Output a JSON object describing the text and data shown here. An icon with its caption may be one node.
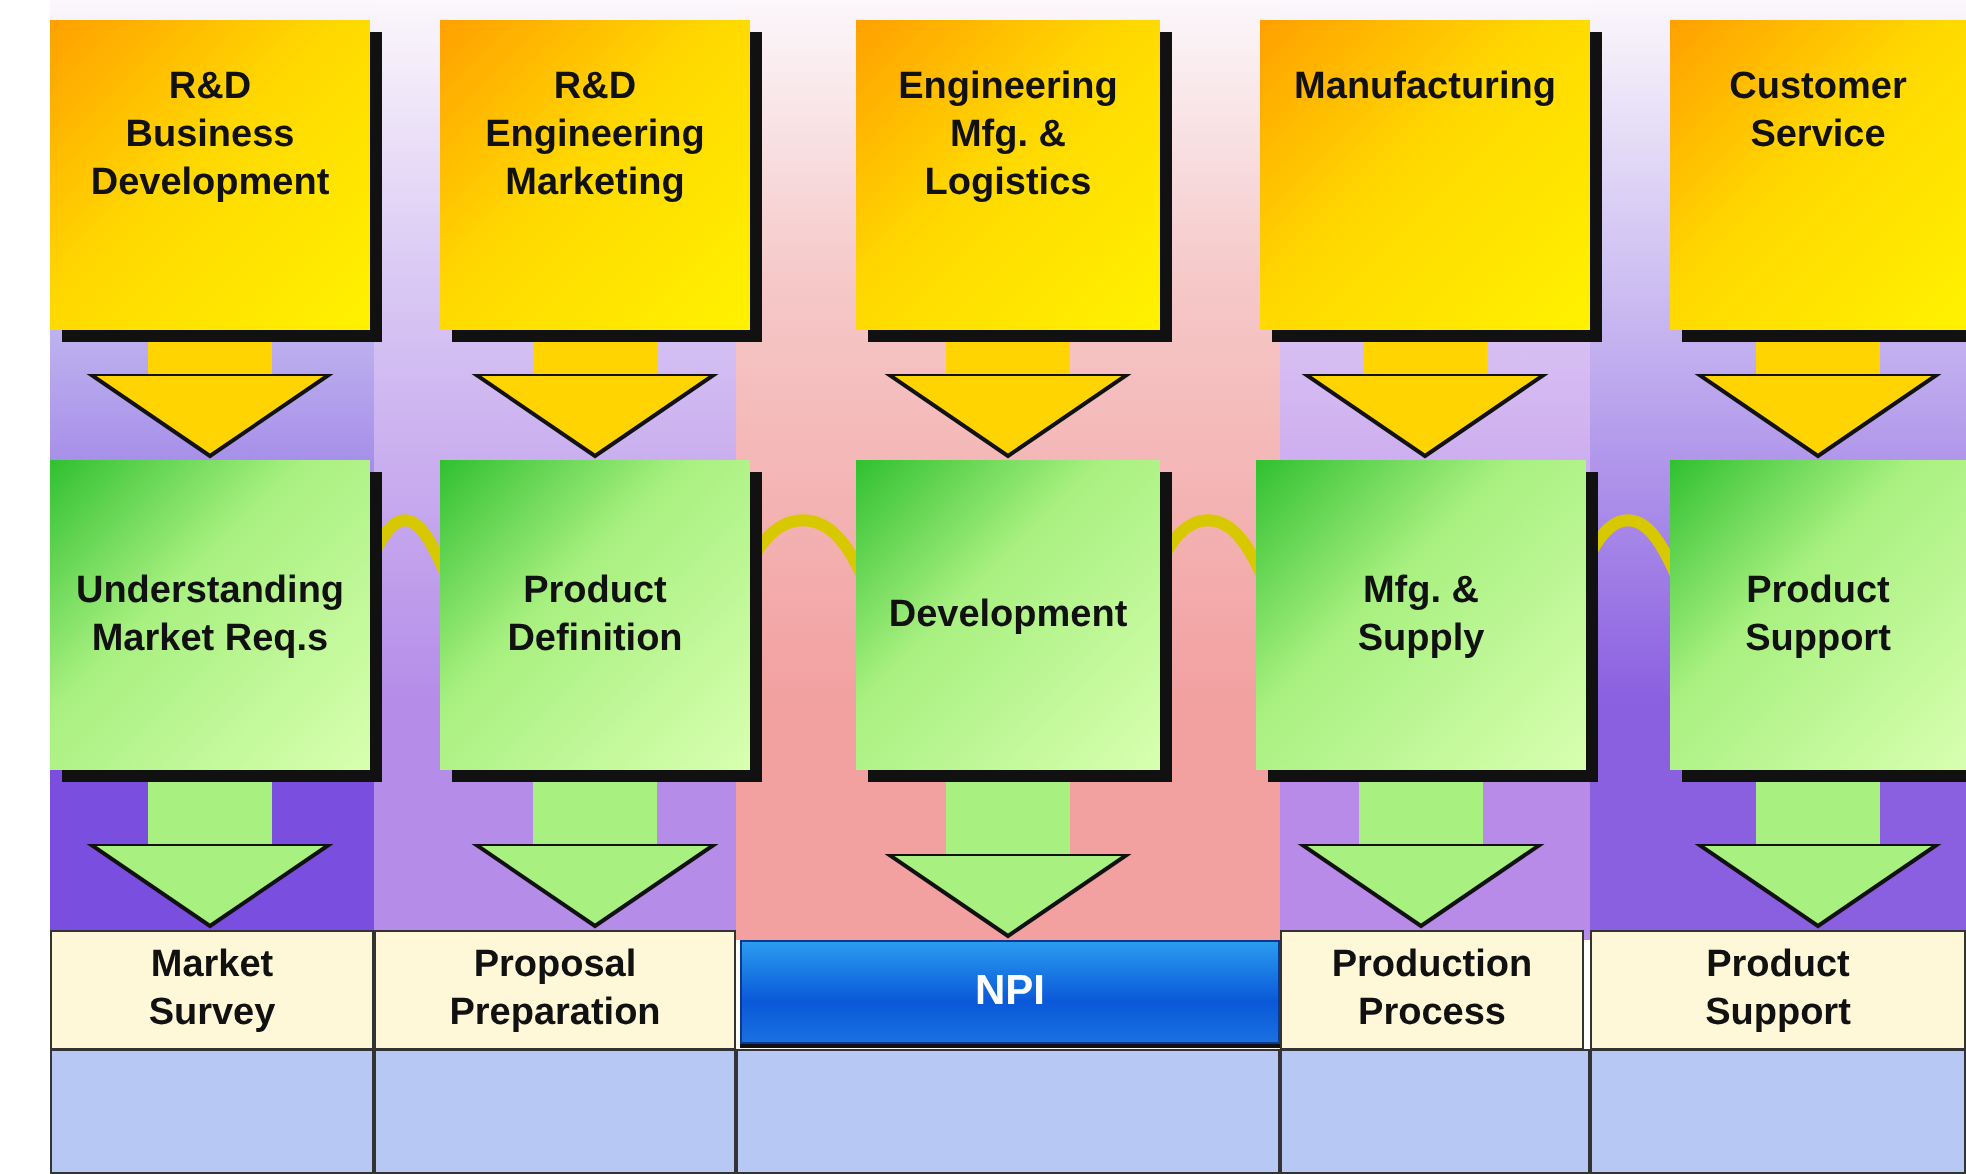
{
  "diagram": {
    "nodes": [
      {
        "text": [
          "R&D Business Development"
        ]
      },
      {
        "text": [
          "R&D Engineering Marketing"
        ]
      },
      {
        "text": [
          "Engineering Mfg. & Logistics"
        ]
      },
      {
        "text": [
          "Manufacturing"
        ]
      },
      {
        "text": [
          "Customer Service"
        ]
      },
      {
        "text": [
          "Understanding Market Req.s"
        ]
      },
      {
        "text": [
          "Product Definition"
        ]
      },
      {
        "text": [
          "Development"
        ]
      },
      {
        "text": [
          "Mfg. & Supply"
        ]
      },
      {
        "text": [
          "Product Support"
        ]
      },
      {
        "text": [
          "Market Survey"
        ]
      },
      {
        "text": [
          "Proposal Preparation"
        ]
      },
      {
        "text": [
          "NPI"
        ]
      },
      {
        "text": [
          "Production Process"
        ]
      },
      {
        "text": [
          "Product Support"
        ]
      }
    ],
    "edges": [
      {
        "from": 0,
        "to": 5,
        "arrow": "to",
        "color": "#ffd400"
      },
      {
        "from": 1,
        "to": 6,
        "arrow": "to",
        "color": "#ffd400"
      },
      {
        "from": 2,
        "to": 7,
        "arrow": "to",
        "color": "#ffd400"
      },
      {
        "from": 3,
        "to": 8,
        "arrow": "to",
        "color": "#ffd400"
      },
      {
        "from": 4,
        "to": 9,
        "arrow": "to",
        "color": "#ffd400"
      },
      {
        "from": 5,
        "to": 10,
        "arrow": "to",
        "color": "#a8f080"
      },
      {
        "from": 6,
        "to": 11,
        "arrow": "to",
        "color": "#a8f080"
      },
      {
        "from": 7,
        "to": 12,
        "arrow": "to",
        "color": "#a8f080"
      },
      {
        "from": 8,
        "to": 13,
        "arrow": "to",
        "color": "#a8f080"
      },
      {
        "from": 9,
        "to": 14,
        "arrow": "to",
        "color": "#a8f080"
      },
      {
        "from": 5,
        "to": 6,
        "arrow": "other",
        "color": "#d8c800"
      },
      {
        "from": 6,
        "to": 7,
        "arrow": "other",
        "color": "#d8c800"
      },
      {
        "from": 7,
        "to": 8,
        "arrow": "other",
        "color": "#d8c800"
      },
      {
        "from": 8,
        "to": 9,
        "arrow": "other",
        "color": "#d8c800"
      }
    ]
  }
}
